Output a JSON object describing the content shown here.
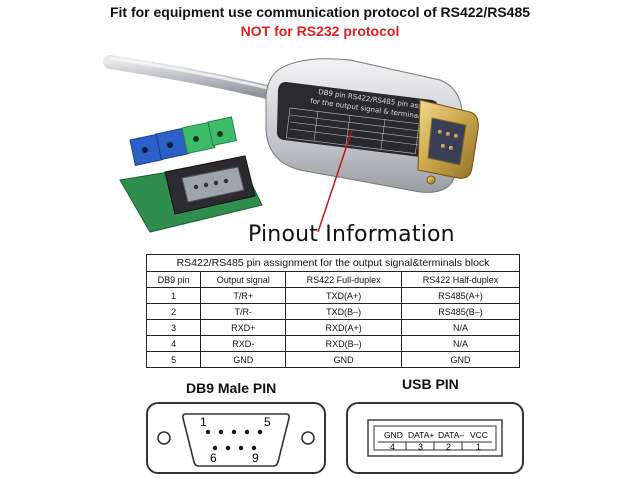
{
  "header": {
    "line1": "Fit for equipment use communication protocol of RS422/RS485",
    "line2": "NOT for RS232 protocol"
  },
  "colors": {
    "warning": "#e02020",
    "terminal_blue": "#2a60c8",
    "terminal_green": "#3dbb6b",
    "metal": "#c9a54a"
  },
  "device_label": {
    "line1": "DB9 pin RS422/RS485 pin assignment",
    "line2": "for the output signal & terminals block"
  },
  "pinout_title": "Pinout Information",
  "table": {
    "caption": "RS422/RS485 pin assignment for the output signal&terminals block",
    "headers": [
      "DB9 pin",
      "Output signal",
      "RS422 Full-duplex",
      "RS422 Half-duplex"
    ],
    "rows": [
      [
        "1",
        "T/R+",
        "TXD(A+)",
        "RS485(A+)"
      ],
      [
        "2",
        "T/R-",
        "TXD(B–)",
        "RS485(B–)"
      ],
      [
        "3",
        "RXD+",
        "RXD(A+)",
        "N/A"
      ],
      [
        "4",
        "RXD-",
        "RXD(B–)",
        "N/A"
      ],
      [
        "5",
        "GND",
        "GND",
        "GND"
      ]
    ]
  },
  "db9": {
    "title": "DB9 Male PIN",
    "pin_1": "1",
    "pin_5": "5",
    "pin_6": "6",
    "pin_9": "9"
  },
  "usb": {
    "title": "USB PIN",
    "labels": [
      "GND",
      "DATA+",
      "DATA–",
      "VCC"
    ],
    "numbers": [
      "4",
      "3",
      "2",
      "1"
    ]
  }
}
